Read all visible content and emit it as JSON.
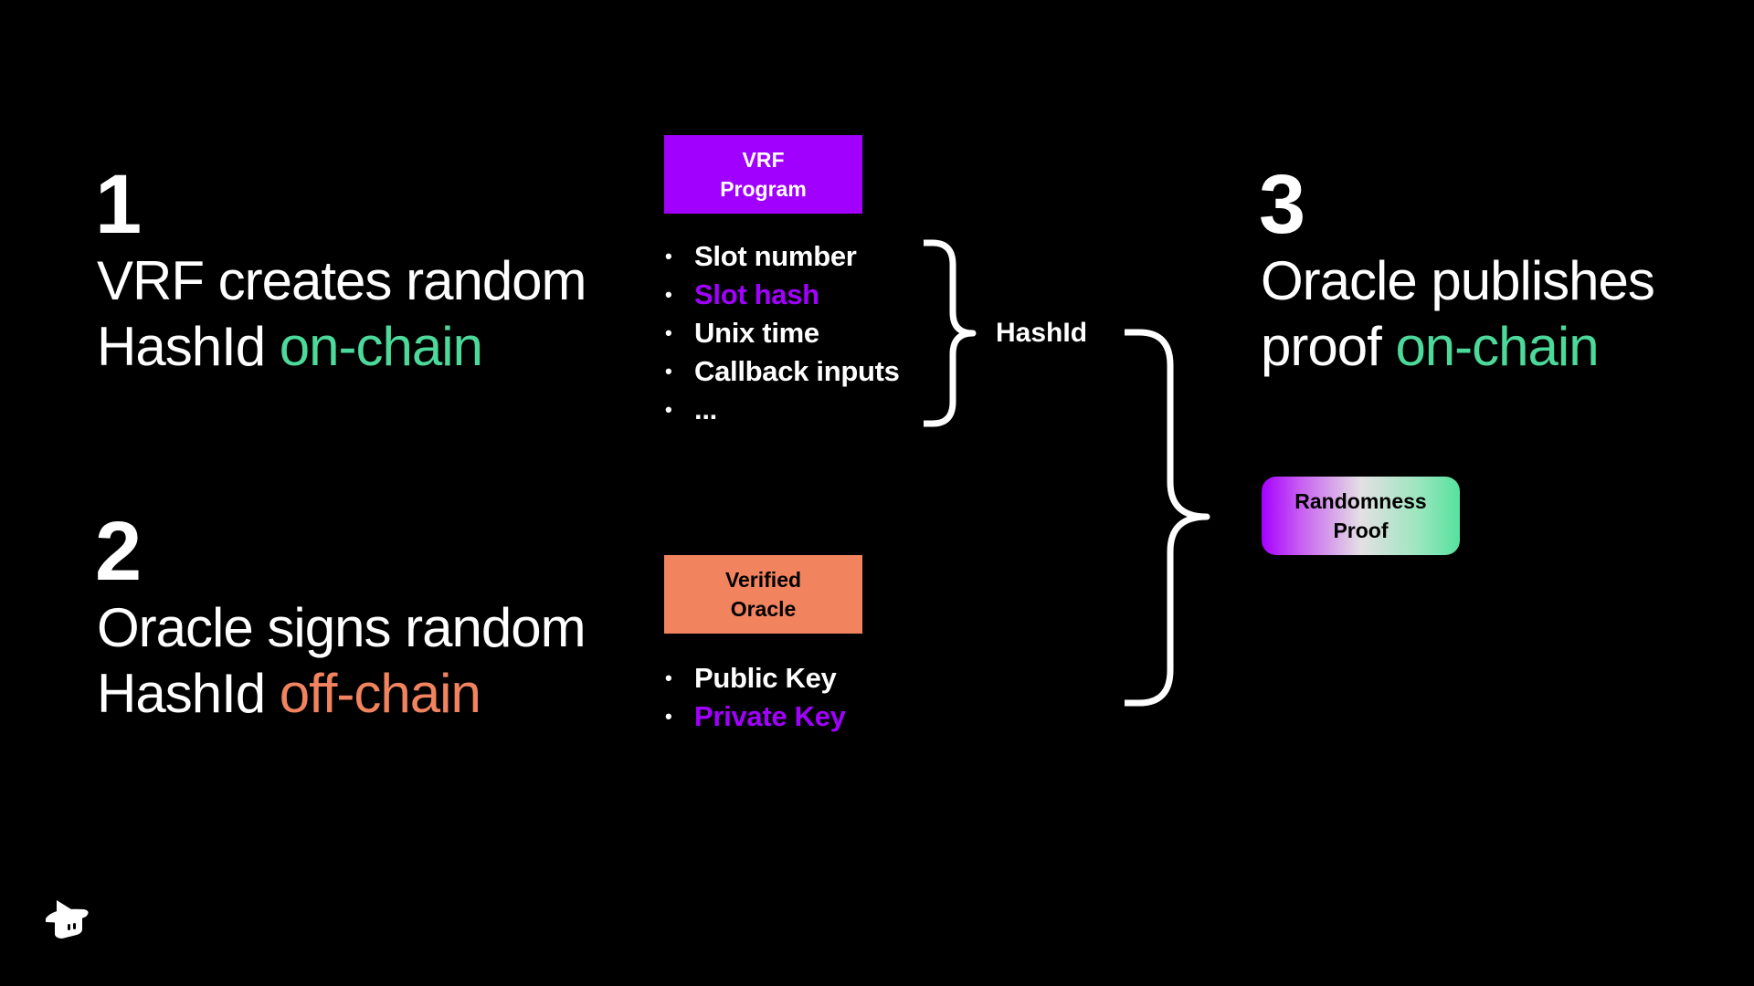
{
  "steps": [
    {
      "number": "1",
      "line1": "VRF creates random",
      "line2_prefix": "HashId ",
      "line2_highlight": "on-chain",
      "highlight_color": "#4CD99A"
    },
    {
      "number": "2",
      "line1": "Oracle signs random",
      "line2_prefix": "HashId ",
      "line2_highlight": "off-chain",
      "highlight_color": "#F2835F"
    },
    {
      "number": "3",
      "line1": "Oracle publishes",
      "line2_prefix": "proof ",
      "line2_highlight": "on-chain",
      "highlight_color": "#4CD99A"
    }
  ],
  "vrf_box": {
    "line1": "VRF",
    "line2": "Program",
    "color": "#A100FF"
  },
  "vrf_inputs": [
    {
      "label": "Slot number",
      "color": "#FFFFFF"
    },
    {
      "label": "Slot hash",
      "color": "#A100FF"
    },
    {
      "label": "Unix time",
      "color": "#FFFFFF"
    },
    {
      "label": "Callback inputs",
      "color": "#FFFFFF"
    },
    {
      "label": "...",
      "color": "#FFFFFF"
    }
  ],
  "hashid_label": "HashId",
  "oracle_box": {
    "line1": "Verified",
    "line2": "Oracle",
    "color": "#F2835F"
  },
  "oracle_keys": [
    {
      "label": "Public Key",
      "color": "#FFFFFF"
    },
    {
      "label": "Private Key",
      "color": "#A100FF"
    }
  ],
  "proof_box": {
    "line1": "Randomness",
    "line2": "Proof"
  },
  "logo": {
    "icon": "wizard-hat-logo-icon"
  }
}
